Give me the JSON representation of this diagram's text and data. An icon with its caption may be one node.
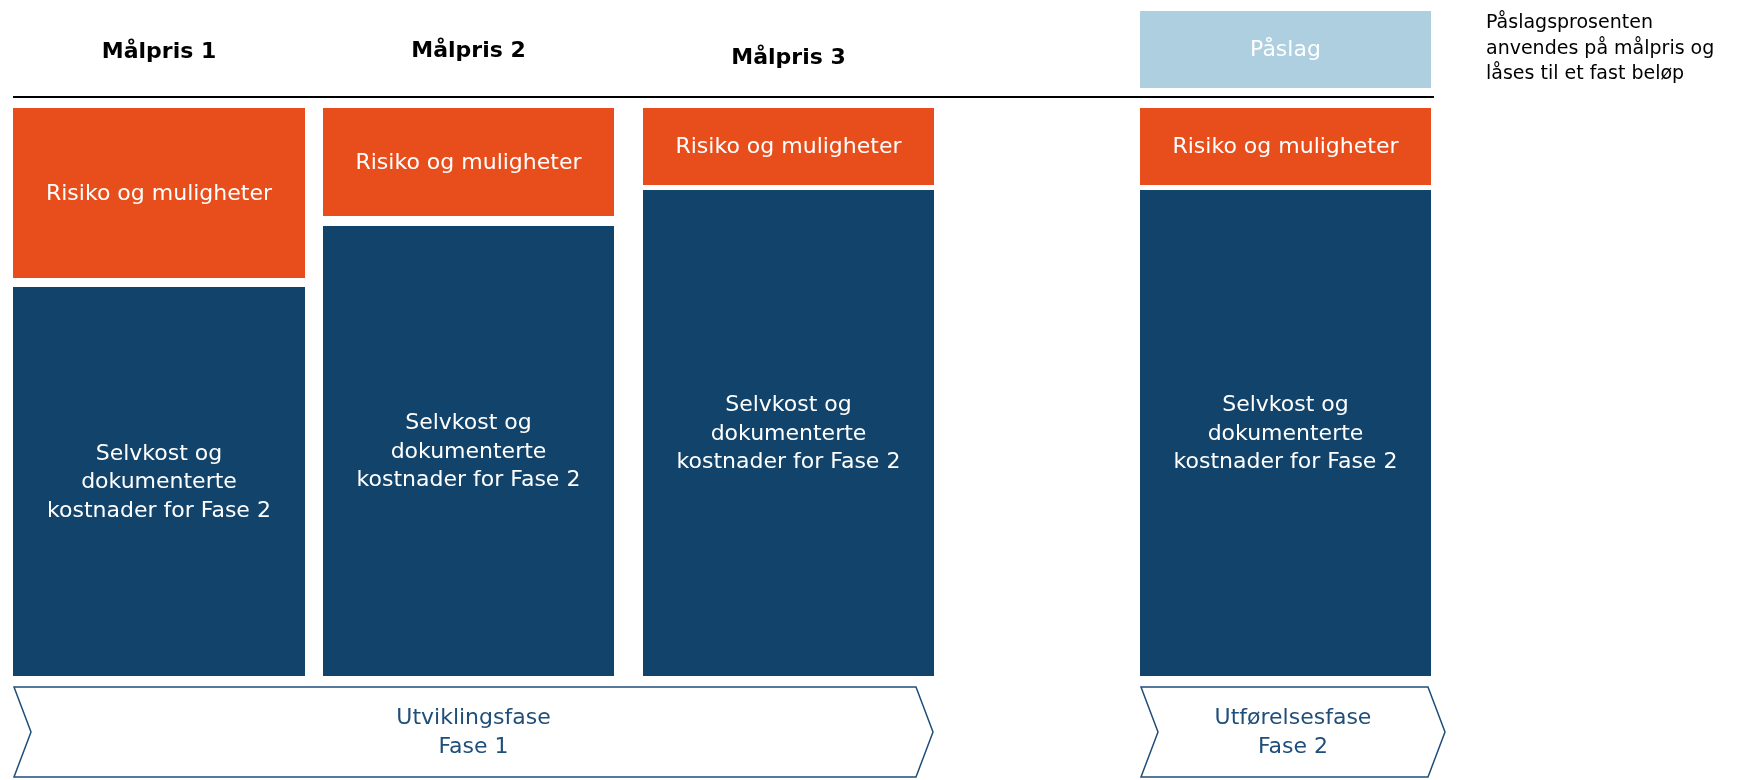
{
  "diagram": {
    "nodes": [
      {
        "text": [
          "Risiko og muligheter"
        ]
      },
      {
        "text": [
          "Selvkost og dokumenterte kostnader for Fase 2"
        ]
      },
      {
        "text": [
          "Risiko og muligheter"
        ]
      },
      {
        "text": [
          "Selvkost og dokumenterte kostnader for Fase 2"
        ]
      },
      {
        "text": [
          "Risiko og muligheter"
        ]
      },
      {
        "text": [
          "Selvkost og dokumenterte kostnader for Fase 2"
        ]
      },
      {
        "text": [
          "Påslag"
        ]
      },
      {
        "text": [
          "Risiko og muligheter"
        ]
      },
      {
        "text": [
          "Selvkost og dokumenterte kostnader for Fase 2"
        ]
      },
      {
        "text": [
          "Utviklingsfase",
          "Fase 1"
        ]
      },
      {
        "text": [
          "Utførelsesfase",
          "Fase 2"
        ]
      }
    ],
    "edges": [],
    "labels": [
      "Målpris 1",
      "Målpris 2",
      "Målpris 3",
      "Påslagsprosenten anvendes på målpris og låses til et fast beløp"
    ]
  }
}
